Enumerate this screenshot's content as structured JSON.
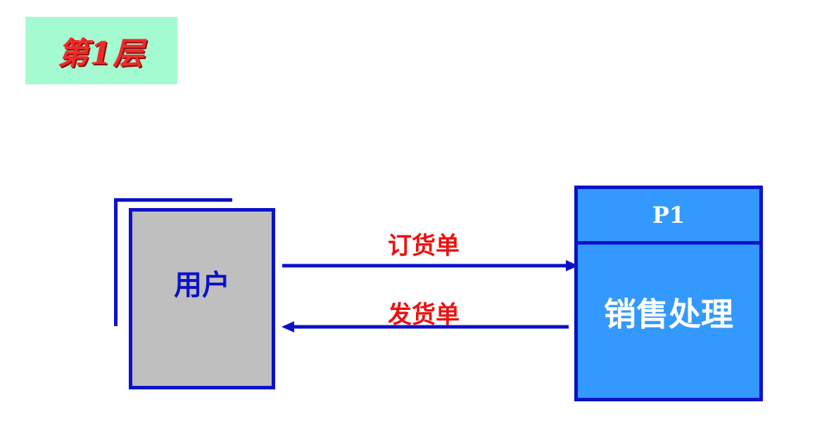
{
  "layer_title": "第1层",
  "external_entity": {
    "label": "用户"
  },
  "process": {
    "id": "P1",
    "name": "销售处理"
  },
  "flows": [
    {
      "label": "订货单",
      "direction": "to-process"
    },
    {
      "label": "发货单",
      "direction": "to-entity"
    }
  ],
  "colors": {
    "line": "#0b12c8",
    "process_fill": "#3399ff",
    "entity_fill": "#bfbfbf",
    "flow_label": "#ee1111",
    "title_bg": "#a4fbd1",
    "title_text": "#ee2a2a"
  }
}
